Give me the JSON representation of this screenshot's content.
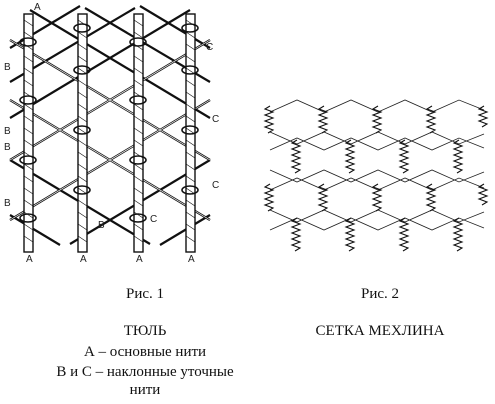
{
  "figure1": {
    "caption": "Рис. 1",
    "title": "ТЮЛЬ",
    "legend_a": "А – основные нити",
    "legend_bc_line1": "В и С – наклонные уточные",
    "legend_bc_line2": "нити",
    "labels": {
      "a_top": "А",
      "a_bottom_1": "А",
      "a_bottom_2": "А",
      "a_bottom_3": "А",
      "a_bottom_4": "А",
      "b_1": "В",
      "b_2": "В",
      "b_3": "В",
      "b_4": "В",
      "b_5": "В",
      "c_1": "С",
      "c_2": "С",
      "c_3": "С",
      "c_4": "С"
    }
  },
  "figure2": {
    "caption": "Рис. 2",
    "title": "СЕТКА МЕХЛИНА"
  },
  "colors": {
    "ink": "#111111",
    "background": "#ffffff"
  }
}
